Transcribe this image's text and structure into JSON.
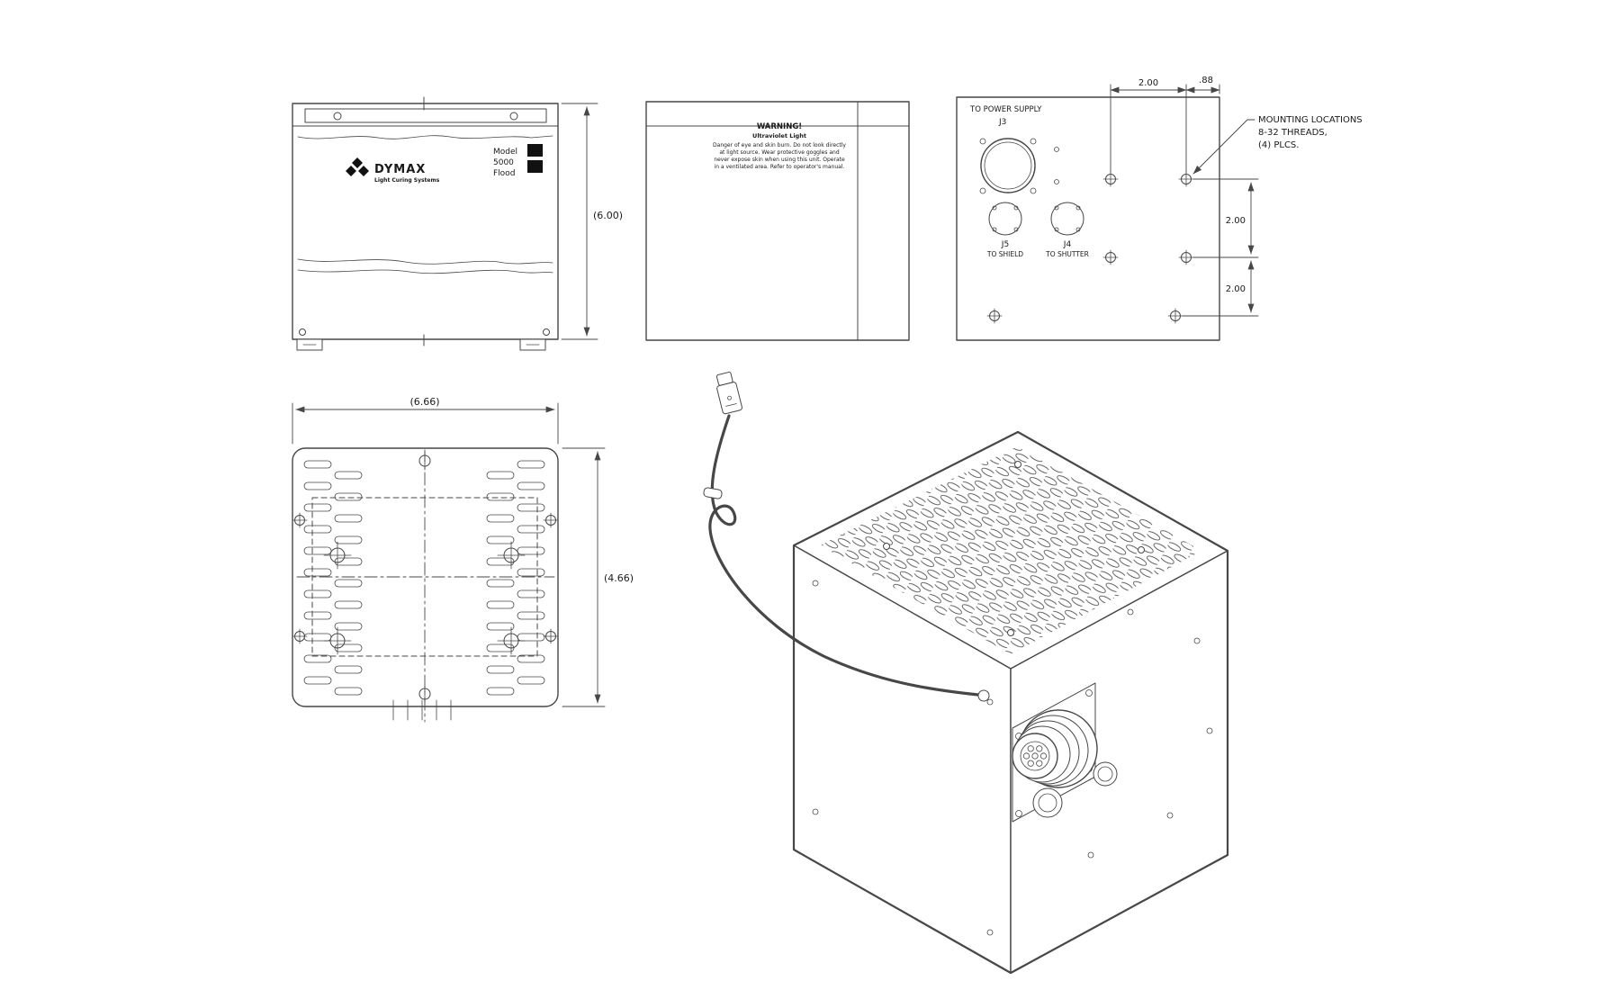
{
  "colors": {
    "background": "#ffffff",
    "line": "#474747",
    "text": "#1a1a1a"
  },
  "front_view": {
    "brand": "DYMAX",
    "brand_subtitle": "Light Curing Systems",
    "model_lines": [
      "Model",
      "5000",
      "Flood"
    ],
    "dim_height": "(6.00)"
  },
  "side_view": {
    "warning_title": "WARNING!",
    "warning_subtitle": "Ultraviolet Light",
    "warning_lines": [
      "Danger of eye and skin burn. Do not look directly",
      "at light source. Wear protective goggles and",
      "never expose skin when using this unit. Operate",
      "in a ventilated area. Refer to operator's manual."
    ]
  },
  "back_view": {
    "power_supply_label": "TO POWER SUPPLY",
    "j3_label": "J3",
    "j5_label": "J5",
    "j5_sublabel": "TO SHIELD",
    "j4_label": "J4",
    "j4_sublabel": "TO SHUTTER",
    "dim_top_span": "2.00",
    "dim_top_offset": ".88",
    "dim_right_upper": "2.00",
    "dim_right_lower": "2.00",
    "mounting_note_lines": [
      "MOUNTING LOCATIONS",
      "8-32 THREADS,",
      "(4) PLCS."
    ]
  },
  "bottom_view": {
    "dim_width": "(6.66)",
    "dim_height": "(4.66)"
  }
}
